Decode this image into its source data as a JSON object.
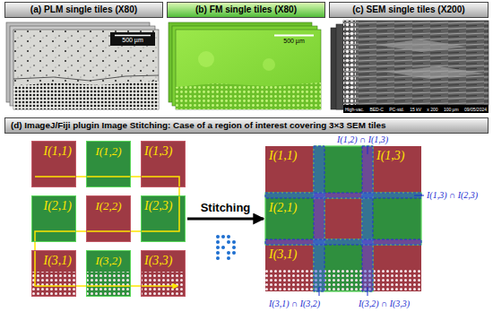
{
  "diagram": {
    "nodes": [
      {
        "text": [
          "(a) PLM single tiles (X80)"
        ]
      },
      {
        "text": [
          "(b) FM single tiles (X80)"
        ]
      },
      {
        "text": [
          "(c) SEM single tiles (X200)"
        ]
      },
      {
        "text": [
          "(d) ImageJ/Fiji plugin Image Stitching: Case of a region of interest covering 3×3 SEM tiles"
        ]
      },
      {
        "text": [
          "I(1,1)"
        ],
        "in": 3
      },
      {
        "text": [
          "I(1,2)"
        ],
        "in": 3
      },
      {
        "text": [
          "I(1,3)"
        ],
        "in": 3
      },
      {
        "text": [
          "I(2,1)"
        ],
        "in": 3
      },
      {
        "text": [
          "I(2,2)"
        ],
        "in": 3
      },
      {
        "text": [
          "I(2,3)"
        ],
        "in": 3
      },
      {
        "text": [
          "I(3,1)"
        ],
        "in": 3
      },
      {
        "text": [
          "I(3,2)"
        ],
        "in": 3
      },
      {
        "text": [
          "I(3,3)"
        ],
        "in": 3
      },
      {
        "text": [
          "I(1,1)"
        ],
        "in": 3
      },
      {
        "text": [
          "I(1,3)"
        ],
        "in": 3
      },
      {
        "text": [
          "I(2,1)"
        ],
        "in": 3
      },
      {
        "text": [
          "I(3,1)"
        ],
        "in": 3
      }
    ],
    "edges": [
      {
        "from": 9,
        "to": 15,
        "label": "Stitching",
        "arrow": "to"
      }
    ],
    "labels": [
      "500 µm",
      "500 µm",
      "High-vac.",
      "BED-C",
      "PC-std.",
      "15 kV",
      "x 200",
      "100 µm",
      "09/05/2024",
      "I(1,2) ∩ I(1,3)",
      "I(1,3) ∩ I(2,3)",
      "I(3,1) ∩ I(3,2)",
      "I(3,2) ∩ I(3,3)"
    ]
  }
}
